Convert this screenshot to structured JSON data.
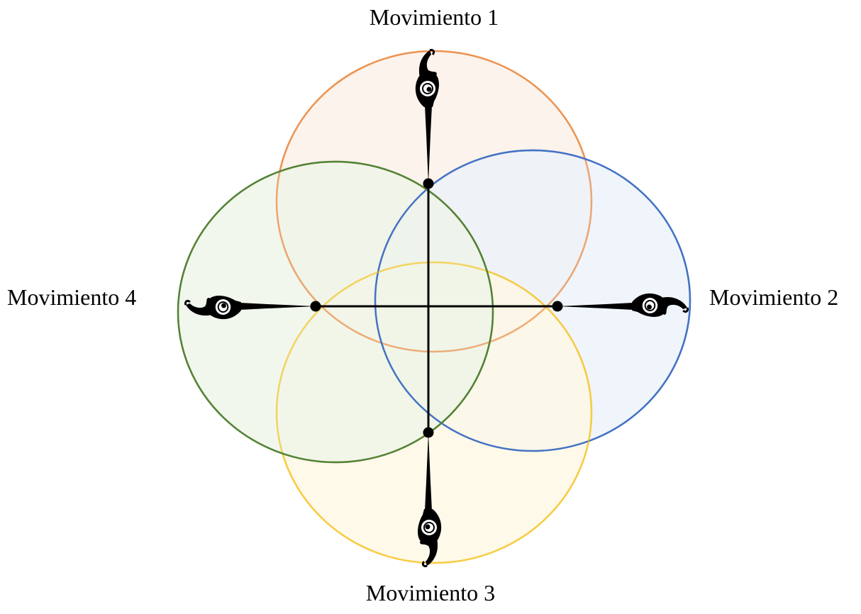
{
  "labels": {
    "top": "Movimiento 1",
    "right": "Movimiento 2",
    "bottom": "Movimiento 3",
    "left": "Movimiento 4"
  },
  "circles": [
    {
      "name": "movimiento-1",
      "stroke": "#E87D2E",
      "fill": "#FBEFE6"
    },
    {
      "name": "movimiento-2",
      "stroke": "#4472C4",
      "fill": "#EBF1FA"
    },
    {
      "name": "movimiento-3",
      "stroke": "#F5C21B",
      "fill": "#FFF7E3"
    },
    {
      "name": "movimiento-4",
      "stroke": "#548235",
      "fill": "#EEF4E7"
    }
  ],
  "icons": {
    "ornament": "scroll-flourish-icon",
    "junction": "dot-icon"
  }
}
